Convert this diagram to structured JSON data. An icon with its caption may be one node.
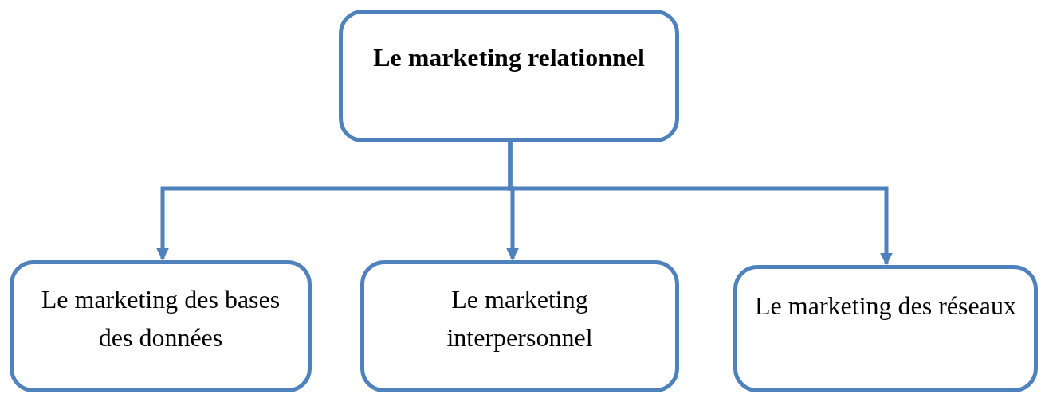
{
  "diagram": {
    "nodes": [
      {
        "text": [
          "Le marketing relationnel"
        ]
      },
      {
        "text": [
          "Le marketing des bases des données"
        ]
      },
      {
        "text": [
          "Le marketing interpersonnel"
        ]
      },
      {
        "text": [
          "Le marketing des réseaux"
        ]
      }
    ],
    "edges": [
      {
        "from": 0,
        "to": 1,
        "arrow": "to"
      },
      {
        "from": 0,
        "to": 2,
        "arrow": "to"
      },
      {
        "from": 0,
        "to": 3,
        "arrow": "to"
      }
    ]
  }
}
